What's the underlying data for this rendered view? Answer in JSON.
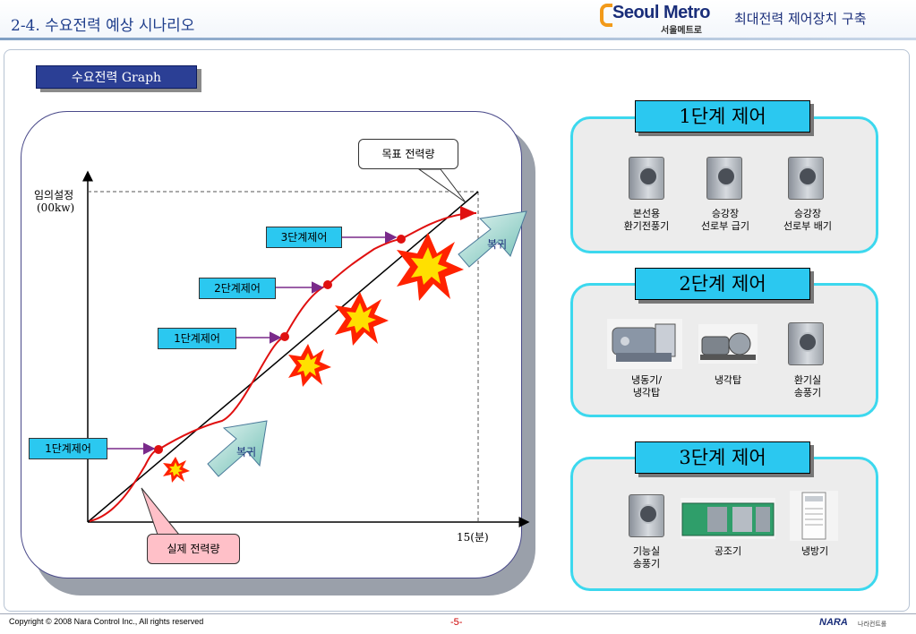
{
  "header": {
    "title": "2-4. 수요전력 예상 시나리오",
    "logo_main": "Seoul Metro",
    "logo_sub": "서울메트로",
    "subtitle": "최대전력 제어장치 구축"
  },
  "graph_section": {
    "label": "수요전력 Graph"
  },
  "diagram": {
    "y_axis_label_line1": "임의설정",
    "y_axis_label_line2": "(00kw)",
    "x_axis_end_label": "15(분)",
    "target_callout": "목표 전력량",
    "actual_callout": "실제 전력량",
    "stage_labels": [
      "1단계제어",
      "1단계제어",
      "2단계제어",
      "3단계제어"
    ],
    "recovery_labels": [
      "복귀",
      "복귀"
    ]
  },
  "control_panels": [
    {
      "title": "1단계 제어",
      "items": [
        {
          "line1": "본선용",
          "line2": "환기전풍기",
          "icon": "fan-unit-icon"
        },
        {
          "line1": "승강장",
          "line2": "선로부 급기",
          "icon": "fan-unit-icon"
        },
        {
          "line1": "승강장",
          "line2": "선로부 배기",
          "icon": "fan-unit-icon"
        }
      ]
    },
    {
      "title": "2단계 제어",
      "items": [
        {
          "line1": "냉동기/",
          "line2": "냉각탑",
          "icon": "chiller-icon"
        },
        {
          "line1": "냉각탑",
          "line2": "",
          "icon": "pump-icon"
        },
        {
          "line1": "환기실",
          "line2": "송풍기",
          "icon": "fan-unit-icon"
        }
      ]
    },
    {
      "title": "3단계 제어",
      "items": [
        {
          "line1": "기능실",
          "line2": "송풍기",
          "icon": "fan-unit-icon"
        },
        {
          "line1": "공조기",
          "line2": "",
          "icon": "air-handler-icon"
        },
        {
          "line1": "냉방기",
          "line2": "",
          "icon": "air-conditioner-icon"
        }
      ]
    }
  ],
  "footer": {
    "copyright": "Copyright ©  2008 Nara Control Inc., All rights reserved",
    "page_number": "-5-",
    "company_logo": "NARA",
    "company_sub": "나라컨트롤"
  },
  "colors": {
    "accent_cyan": "#2bc8f0",
    "navy": "#2b3f95",
    "curve_red": "#e01010",
    "arrow_purple": "#7a2a8a"
  }
}
